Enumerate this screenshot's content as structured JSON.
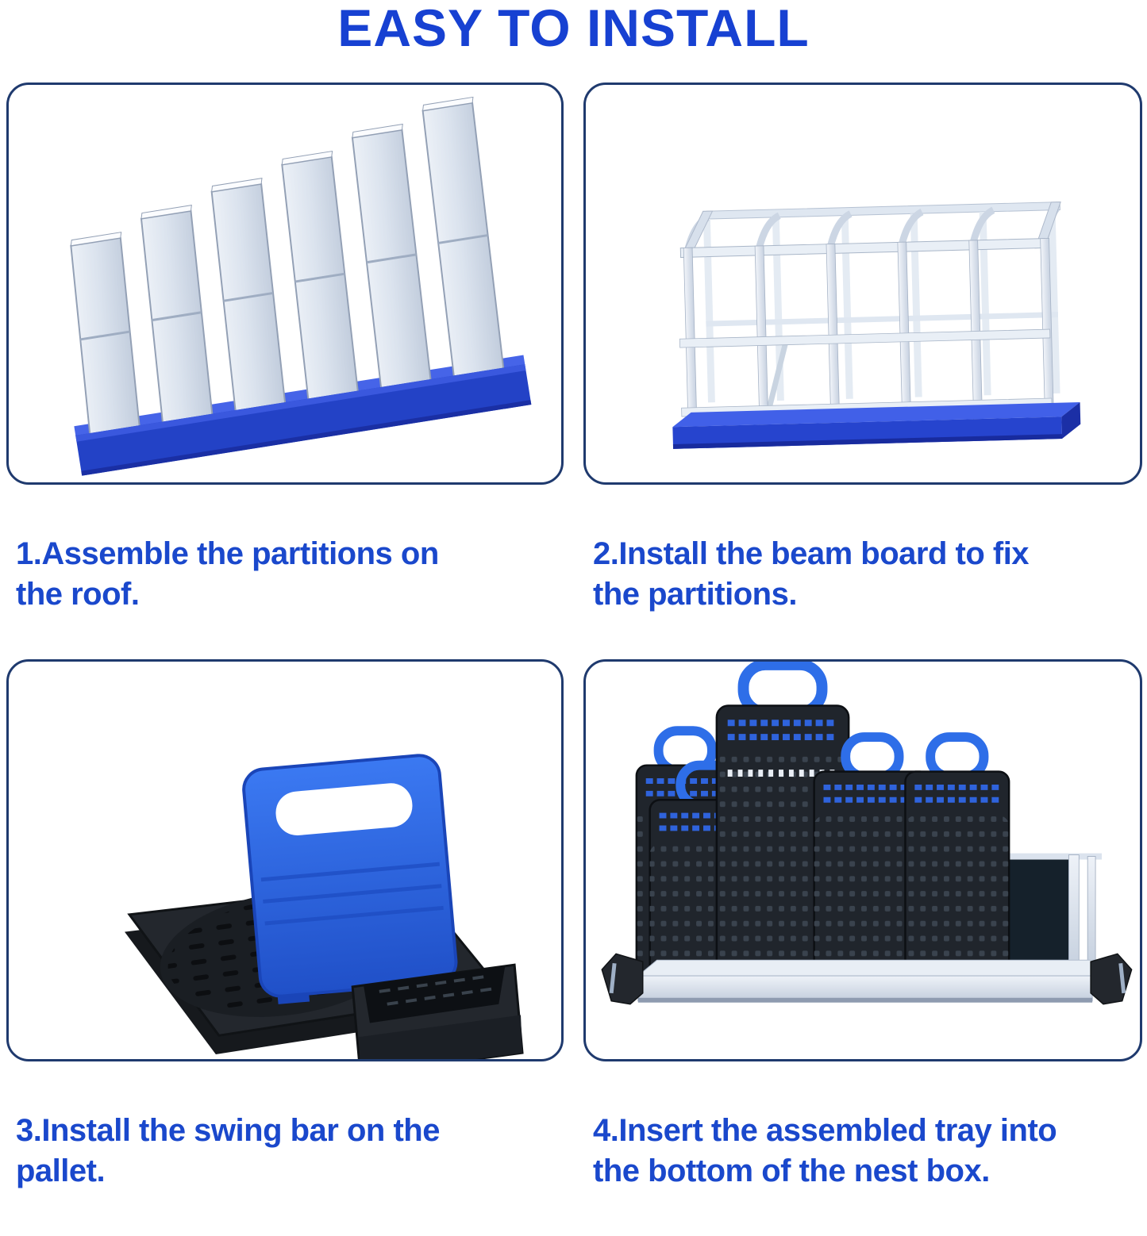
{
  "title": {
    "text": "EASY TO INSTALL"
  },
  "colors": {
    "background": "#ffffff",
    "title_blue": "#1741d2",
    "caption_blue": "#1a48cc",
    "panel_border_navy": "#1f3a6e",
    "product_base_blue": "#2b4cd0",
    "handle_blue": "#2e6ee8",
    "metal_light_gray": "#e9eef6",
    "metal_edge_gray": "#9fadc2",
    "plastic_black": "#22262c"
  },
  "steps": [
    {
      "number": "1",
      "caption": "1.Assemble the partitions on the roof.",
      "lines": [
        "1.Assemble the partitions on",
        "the roof."
      ],
      "illustration": "partitions-on-blue-base"
    },
    {
      "number": "2",
      "caption": "2.Install the beam board to fix the partitions.",
      "lines": [
        "2.Install the beam board to fix",
        "the partitions."
      ],
      "illustration": "beam-board-frame"
    },
    {
      "number": "3",
      "caption": "3.Install the swing bar on the pallet.",
      "lines": [
        "3.Install the swing bar on the",
        "pallet."
      ],
      "illustration": "swing-bar-on-pallet"
    },
    {
      "number": "4",
      "caption": "4.Insert the assembled tray into the bottom of the nest box.",
      "lines": [
        "4.Insert the assembled tray into",
        "the bottom of the nest box."
      ],
      "illustration": "trays-in-nest-box"
    }
  ]
}
